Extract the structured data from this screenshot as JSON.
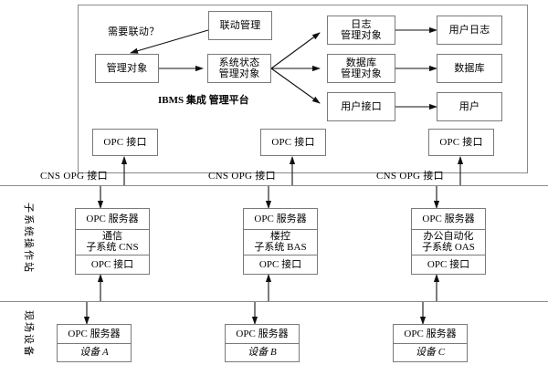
{
  "platform": {
    "title_line1": "IBMS 集成",
    "title_line2": "管理平台",
    "condition_label": "需要联动？",
    "nodes": {
      "linkage_mgmt": "联动管理",
      "managed_object": "管理对象",
      "sys_state_line1": "系统状态",
      "sys_state_line2": "管理对象",
      "log_obj_line1": "日志",
      "log_obj_line2": "管理对象",
      "db_obj_line1": "数据库",
      "db_obj_line2": "管理对象",
      "user_interface": "用户接口",
      "user_log": "用户日志",
      "database": "数据库",
      "user": "用户"
    },
    "opc_interface": "OPC 接口"
  },
  "bus": {
    "labels": [
      "CNS OPG 接口",
      "CNS OPG 接口",
      "CNS OPG 接口"
    ]
  },
  "bands": {
    "subsystem_station": "子系统操作站",
    "field_devices": "现场设备"
  },
  "subsystems": [
    {
      "server": "OPC 服务器",
      "name_line1": "通信",
      "name_line2": "子系统 CNS",
      "opc_interface": "OPC 接口"
    },
    {
      "server": "OPC 服务器",
      "name_line1": "楼控",
      "name_line2": "子系统 BAS",
      "opc_interface": "OPC 接口"
    },
    {
      "server": "OPC 服务器",
      "name_line1": "办公自动化",
      "name_line2": "子系统 OAS",
      "opc_interface": "OPC 接口"
    }
  ],
  "devices": [
    {
      "server": "OPC 服务器",
      "name": "设备 A"
    },
    {
      "server": "OPC 服务器",
      "name": "设备 B"
    },
    {
      "server": "OPC 服务器",
      "name": "设备 C"
    }
  ],
  "colors": {
    "line": "#7a7a7a",
    "text": "#000000",
    "background": "#ffffff"
  }
}
